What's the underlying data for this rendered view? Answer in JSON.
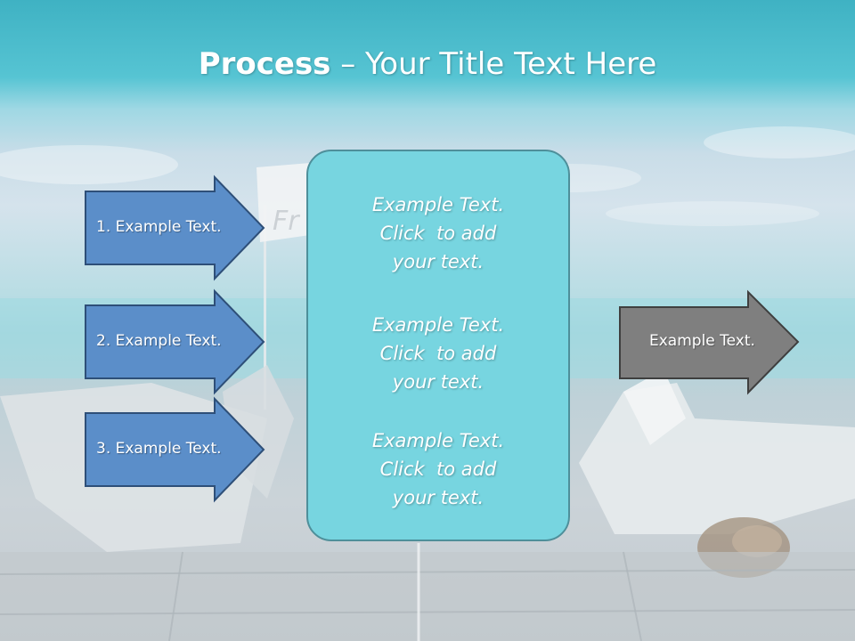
{
  "slide": {
    "title_bold": "Process",
    "title_rest": " – Your Title Text Here"
  },
  "left_arrows": [
    {
      "label": "1. Example Text."
    },
    {
      "label": "2. Example Text."
    },
    {
      "label": "3. Example Text."
    }
  ],
  "center_box": {
    "paragraphs": [
      "Example Text.\nClick  to add\nyour text.",
      "Example Text.\nClick  to add\nyour text.",
      "Example Text.\nClick  to add\nyour text."
    ]
  },
  "right_arrow": {
    "label": "Example Text."
  },
  "colors": {
    "left_arrow_fill": "#5b8ec9",
    "left_arrow_stroke": "#2e4f78",
    "center_box_fill": "#77d5e0",
    "center_box_stroke": "#4e8f9a",
    "right_arrow_fill": "#7f7f7f",
    "right_arrow_stroke": "#3f3f3f"
  }
}
